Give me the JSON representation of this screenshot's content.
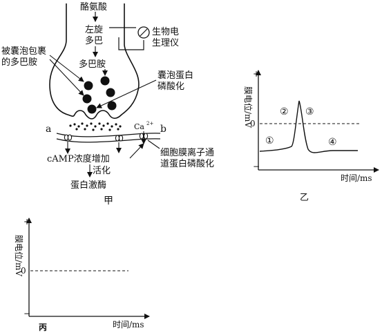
{
  "figure_jia": {
    "caption": "甲",
    "tyrosine": "酪氨酸",
    "levodopa_line1": "左旋",
    "levodopa_line2": "多巴",
    "dopamine": "多巴胺",
    "meter_line1": "生物电",
    "meter_line2": "生理仪",
    "vesicle_dopamine_line1": "被囊泡包裹",
    "vesicle_dopamine_line2": "的多巴胺",
    "vesicle_protein_line1": "囊泡蛋白",
    "vesicle_protein_line2": "磷酸化",
    "point_a": "a",
    "point_b": "b",
    "calcium": "Ca",
    "calcium_charge": "2+",
    "camp": "cAMP浓度增加",
    "activate": "活化",
    "kinase": "蛋白激酶",
    "channel_line1": "细胞膜离子通",
    "channel_line2": "道蛋白磷酸化"
  },
  "figure_yi": {
    "caption": "乙",
    "y_label": "膜电位/mV",
    "x_label": "时间/ms",
    "y_plus": "+",
    "y_minus": "−",
    "zero": "0",
    "phase_1": "①",
    "phase_2": "②",
    "phase_3": "③",
    "phase_4": "④"
  },
  "figure_bing": {
    "caption": "丙",
    "y_label": "膜电位/mV",
    "x_label": "时间/ms",
    "y_plus": "+",
    "y_minus": "−",
    "zero": "0"
  }
}
